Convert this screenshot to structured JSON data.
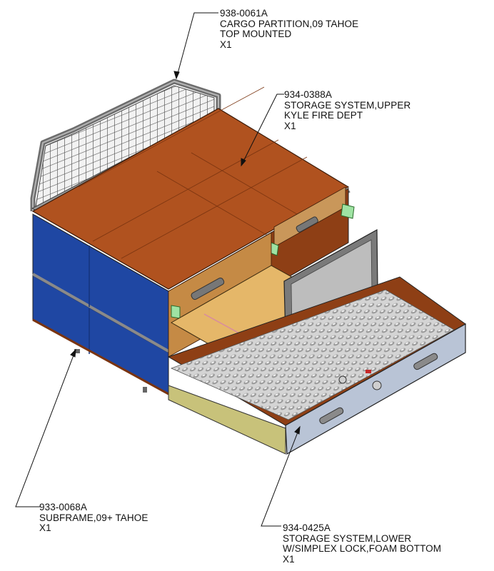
{
  "callouts": [
    {
      "part": "938-0061A",
      "desc1": "CARGO PARTITION,09 TAHOE",
      "desc2": "TOP MOUNTED",
      "qty": "X1"
    },
    {
      "part": "934-0388A",
      "desc1": "STORAGE SYSTEM,UPPER",
      "desc2": "KYLE FIRE DEPT",
      "qty": "X1"
    },
    {
      "part": "933-0068A",
      "desc1": "SUBFRAME,09+ TAHOE",
      "qty": "X1"
    },
    {
      "part": "934-0425A",
      "desc1": "STORAGE SYSTEM,LOWER",
      "desc2": "W/SIMPLEX LOCK,FOAM BOTTOM",
      "qty": "X1"
    }
  ],
  "colors": {
    "wood_top": "#b0521f",
    "wood_side": "#8e3f15",
    "blue_panel": "#1f47a3",
    "blue_panel_dark": "#15347d",
    "tray_floor": "#e5b769",
    "drawer_face": "#b9c4d6",
    "partition_frame": "#7a7a7a",
    "lid_panel": "#bdbdbd",
    "slide_green": "#9fe3a3",
    "foam": "#c9c9c9"
  }
}
